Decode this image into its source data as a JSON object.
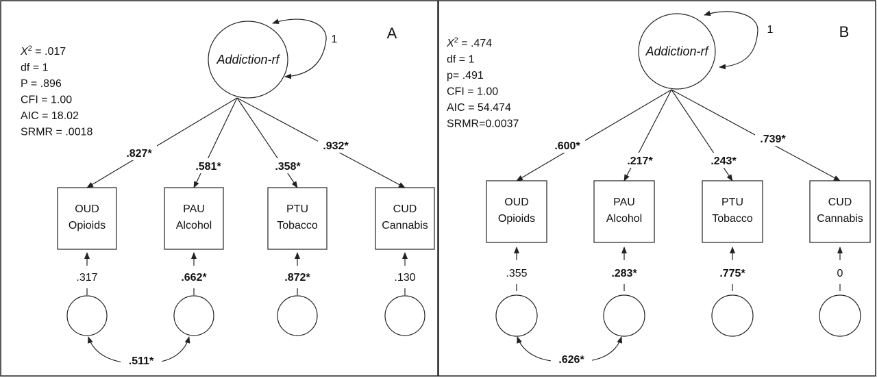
{
  "panels": [
    {
      "letter": "A",
      "latent_label": "Addiction-rf",
      "self_loop_label": "1",
      "stats": {
        "chi_prefix": "X",
        "chi_sup": "2",
        "chi_value": " = .017",
        "df": "df = 1",
        "p": "P = .896",
        "cfi": "CFI = 1.00",
        "aic": "AIC = 18.02",
        "srmr": "SRMR = .0018"
      },
      "indicators": [
        {
          "line1": "OUD",
          "line2": "Opioids",
          "loading": ".827*",
          "loading_bold": true,
          "error": ".317",
          "error_bold": false
        },
        {
          "line1": "PAU",
          "line2": "Alcohol",
          "loading": ".581*",
          "loading_bold": true,
          "error": ".662*",
          "error_bold": true
        },
        {
          "line1": "PTU",
          "line2": "Tobacco",
          "loading": ".358*",
          "loading_bold": true,
          "error": ".872*",
          "error_bold": true
        },
        {
          "line1": "CUD",
          "line2": "Cannabis",
          "loading": ".932*",
          "loading_bold": true,
          "error": ".130",
          "error_bold": false
        }
      ],
      "covariance": ".511*"
    },
    {
      "letter": "B",
      "latent_label": "Addiction-rf",
      "self_loop_label": "1",
      "stats": {
        "chi_prefix": "X",
        "chi_sup": "2",
        "chi_value": " = .474",
        "df": "df = 1",
        "p": "p= .491",
        "cfi": "CFI = 1.00",
        "aic": "AIC = 54.474",
        "srmr": "SRMR=0.0037"
      },
      "indicators": [
        {
          "line1": "OUD",
          "line2": "Opioids",
          "loading": ".600*",
          "loading_bold": true,
          "error": ".355",
          "error_bold": false
        },
        {
          "line1": "PAU",
          "line2": "Alcohol",
          "loading": ".217*",
          "loading_bold": true,
          "error": ".283*",
          "error_bold": true
        },
        {
          "line1": "PTU",
          "line2": "Tobacco",
          "loading": ".243*",
          "loading_bold": true,
          "error": ".775*",
          "error_bold": true
        },
        {
          "line1": "CUD",
          "line2": "Cannabis",
          "loading": ".739*",
          "loading_bold": true,
          "error": "0",
          "error_bold": false
        }
      ],
      "covariance": ".626*"
    }
  ]
}
